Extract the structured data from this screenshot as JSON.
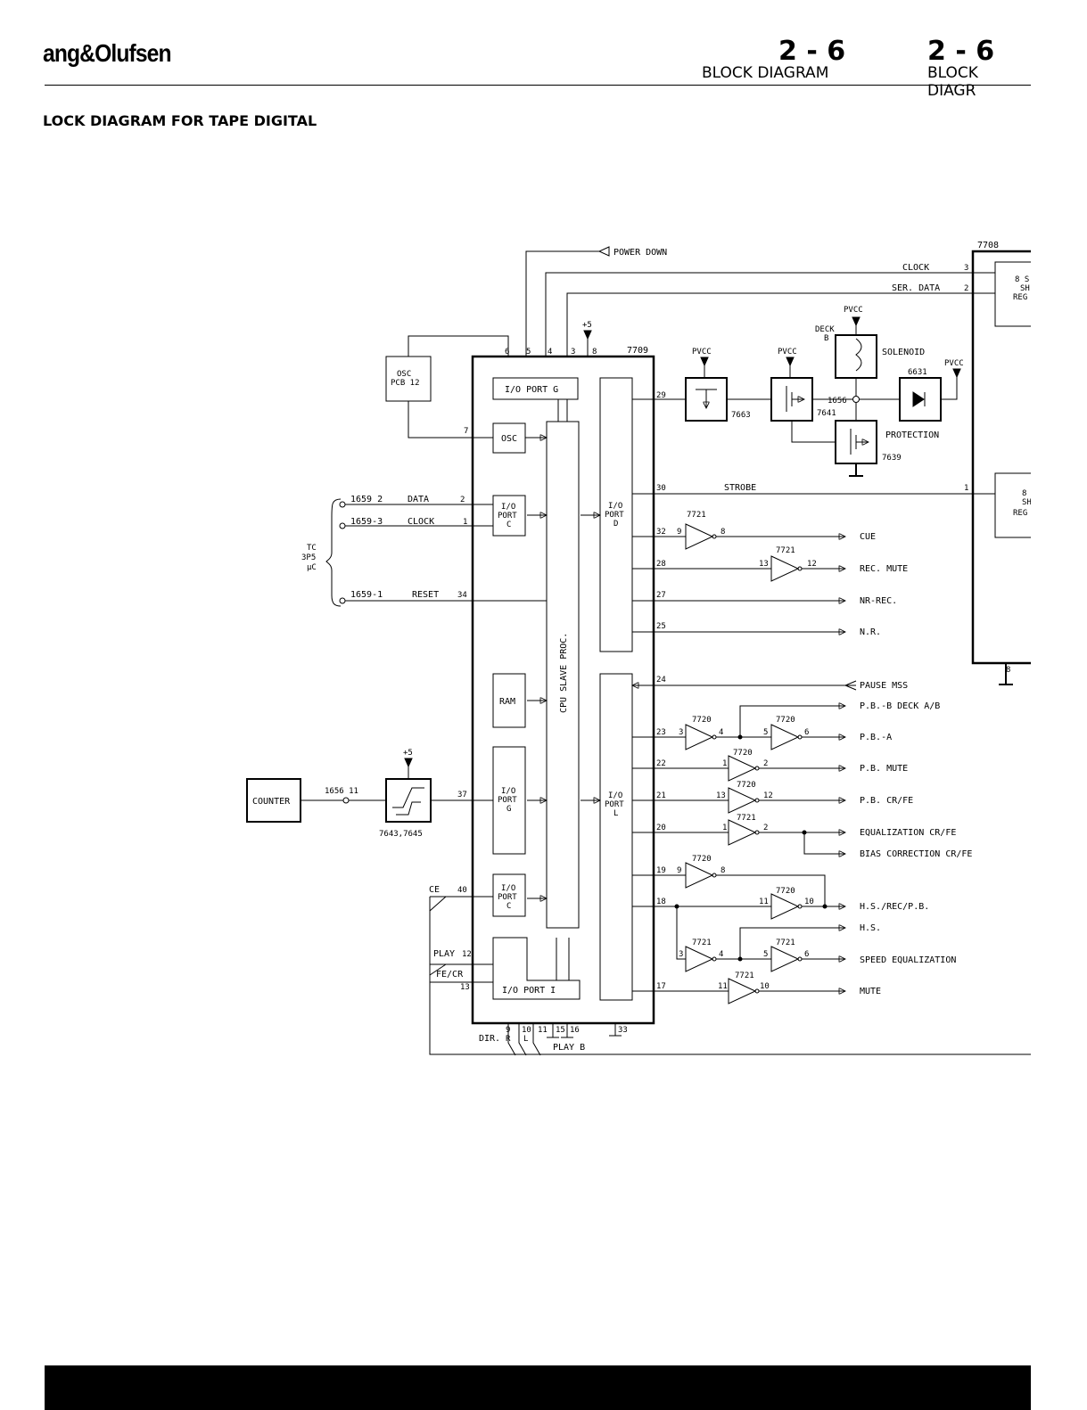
{
  "header": {
    "brand": "ang&Olufsen",
    "page_number_1": "2 - 6",
    "section_1": "BLOCK DIAGRAM",
    "page_number_2": "2 - 6",
    "section_2": "BLOCK DIAGR",
    "title": "LOCK DIAGRAM FOR TAPE DIGITAL"
  },
  "diagram": {
    "ic_main": "7709",
    "ic_right": "7708",
    "cpu_label": "CPU SLAVE PROC.",
    "blocks": {
      "io_port_g_top": "I/O PORT G",
      "osc": "OSC",
      "io_port_c": [
        "I/O",
        "PORT",
        "C"
      ],
      "io_port_d": [
        "I/O",
        "PORT",
        "D"
      ],
      "ram": "RAM",
      "io_port_g_mid": [
        "I/O",
        "PORT",
        "G"
      ],
      "io_port_l": [
        "I/O",
        "PORT",
        "L"
      ],
      "io_port_c2": [
        "I/O",
        "PORT",
        "C"
      ],
      "io_port_i": "I/O PORT I",
      "osc_pcb": [
        "OSC",
        "PCB 12"
      ],
      "counter": "COUNTER",
      "shift_reg_top": [
        "8 S",
        "SH",
        "REG"
      ],
      "shift_reg_bot": [
        "8",
        "SH",
        "REG"
      ]
    },
    "signals": {
      "power_down": "POWER DOWN",
      "clock": "CLOCK",
      "ser_data": "SER. DATA",
      "strobe": "STROBE",
      "data": "DATA",
      "clock_left": "CLOCK",
      "reset": "RESET",
      "cue": "CUE",
      "rec_mute": "REC. MUTE",
      "nr_rec": "NR-REC.",
      "nr": "N.R.",
      "pause_mss": "PAUSE MSS",
      "pb_b_deck": "P.B.-B DECK A/B",
      "pb_a": "P.B.-A",
      "pb_mute": "P.B. MUTE",
      "pb_cr_fe": "P.B. CR/FE",
      "eq_cr_fe": "EQUALIZATION CR/FE",
      "bias_corr": "BIAS CORRECTION CR/FE",
      "hs_rec_pb": "H.S./REC/P.B.",
      "hs": "H.S.",
      "speed_eq": "SPEED EQUALIZATION",
      "mute": "MUTE",
      "solenoid": "SOLENOID",
      "protection": "PROTECTION",
      "deck_b": [
        "DECK",
        "B"
      ],
      "pvcc": "PVCC",
      "plus5": "+5",
      "ce": "CE",
      "play": "PLAY",
      "fe_cr": "FE/CR",
      "dir": "DIR.",
      "play_b": "PLAY B",
      "tc_3p5": [
        "TC",
        "3P5",
        "μC"
      ]
    },
    "parts": {
      "p7663": "7663",
      "p7641": "7641",
      "p7639": "7639",
      "p6631": "6631",
      "p1656a": "1656",
      "p1656b": "1656 11",
      "p7721": "7721",
      "p7720": "7720",
      "p7643": "7643,7645",
      "c1659_2": "1659 2",
      "c1659_3": "1659-3",
      "c1659_1": "1659-1"
    },
    "pins": {
      "p6": "6",
      "p5": "5",
      "p4": "4",
      "p3": "3",
      "p8": "8",
      "p7": "7",
      "p2": "2",
      "p1": "1",
      "p34": "34",
      "p37": "37",
      "p40": "40",
      "p12": "12",
      "p13": "13",
      "p9": "9",
      "p10": "10",
      "p11": "11",
      "p15": "15",
      "p16": "16",
      "p33": "33",
      "pR": "R",
      "pL": "L",
      "p29": "29",
      "p30": "30",
      "p32": "32",
      "p28": "28",
      "p27": "27",
      "p25": "25",
      "p24": "24",
      "p23": "23",
      "p22": "22",
      "p21": "21",
      "p20": "20",
      "p19": "19",
      "p18": "18",
      "p17": "17"
    }
  }
}
